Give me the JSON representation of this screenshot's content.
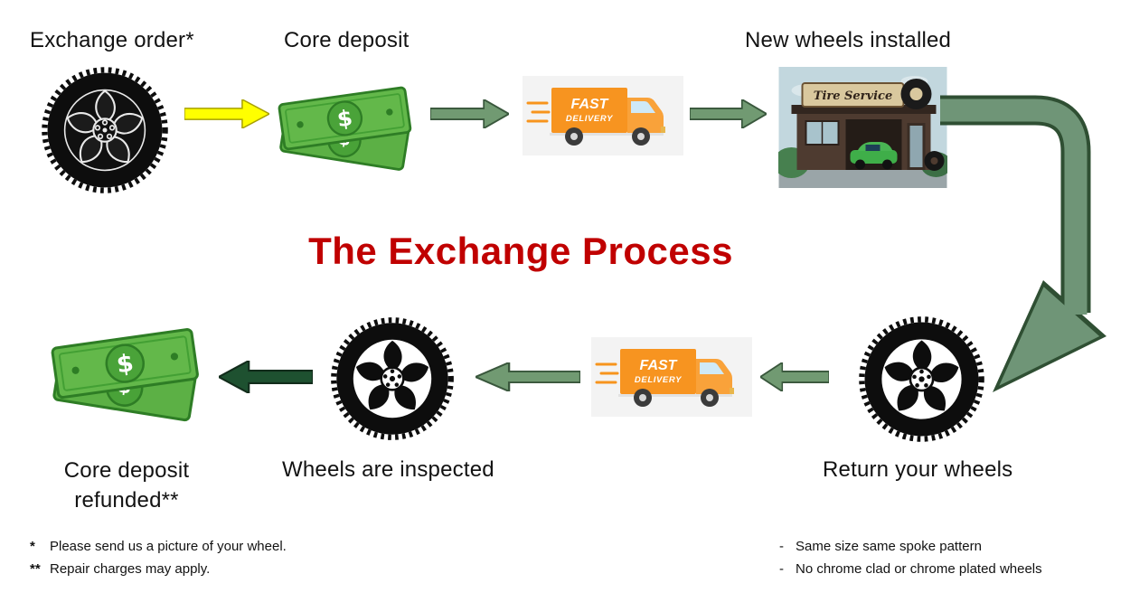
{
  "title": {
    "text": "The Exchange Process",
    "color": "#C00000"
  },
  "steps": {
    "exchange_order": {
      "label": "Exchange order*"
    },
    "core_deposit": {
      "label": "Core deposit"
    },
    "new_wheels_installed": {
      "label": "New wheels installed"
    },
    "return_your_wheels": {
      "label": "Return your wheels"
    },
    "wheels_inspected": {
      "label": "Wheels are inspected"
    },
    "core_deposit_refunded": {
      "line1": "Core deposit",
      "line2": "refunded**"
    }
  },
  "icons": {
    "truck_text_line1": "FAST",
    "truck_text_line2": "DELIVERY",
    "shop_sign": "Tire Service",
    "currency_symbol": "$"
  },
  "colors": {
    "arrow_yellow": "#FFFF00",
    "arrow_green": "#719A72",
    "arrow_dark_green": "#1E5130",
    "money_green": "#63B84A",
    "truck_orange": "#F79420"
  },
  "footnotes_left": [
    {
      "marker": "*",
      "text": "Please send us a picture of your wheel."
    },
    {
      "marker": "**",
      "text": "Repair charges may apply."
    }
  ],
  "footnotes_right": [
    {
      "marker": "-",
      "text": "Same size same spoke pattern"
    },
    {
      "marker": "-",
      "text": "No chrome clad or chrome plated wheels"
    }
  ]
}
